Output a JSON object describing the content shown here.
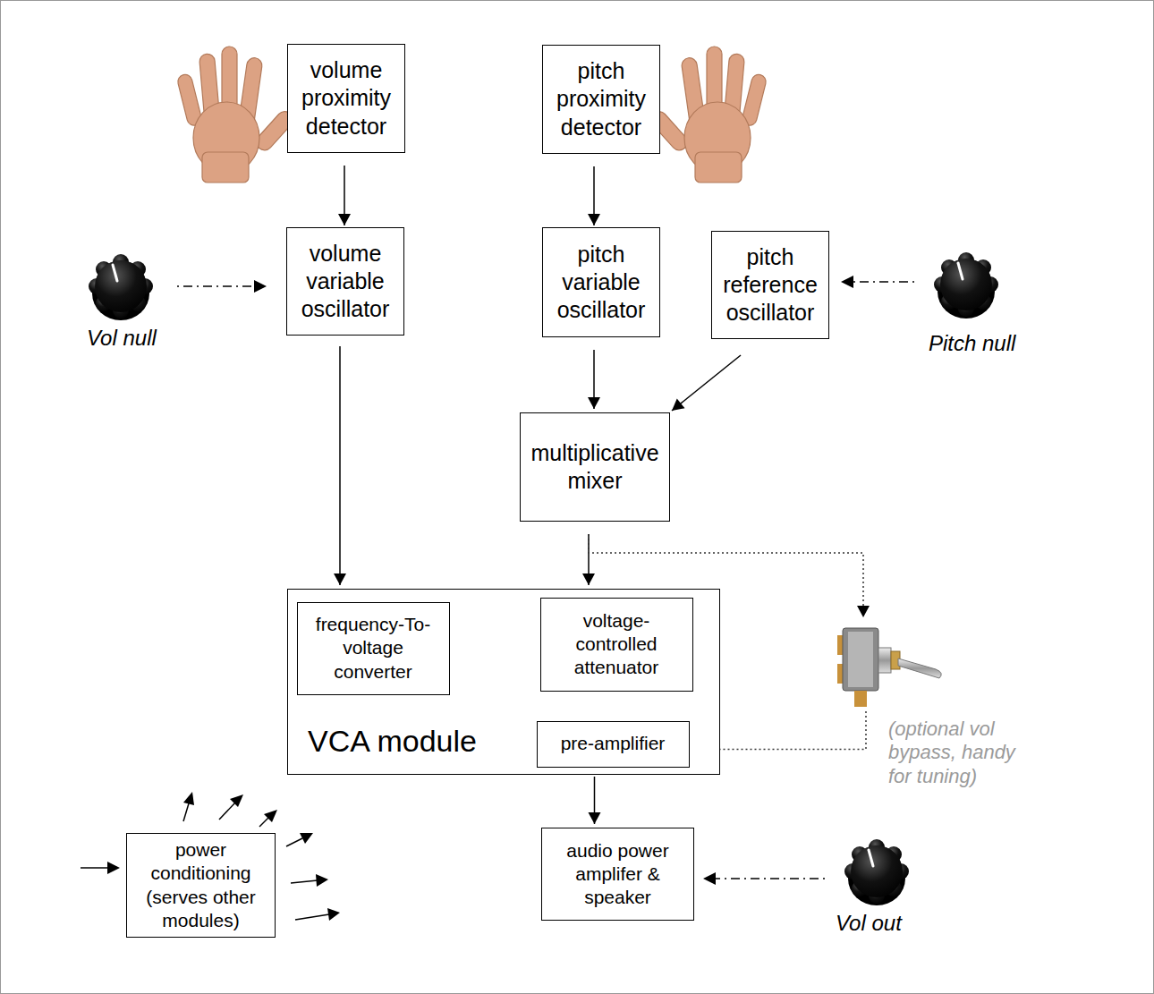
{
  "diagram": {
    "nodes": [
      {
        "text": [
          "volume proximity detector"
        ]
      },
      {
        "text": [
          "pitch proximity detector"
        ]
      },
      {
        "text": [
          "volume variable oscillator"
        ]
      },
      {
        "text": [
          "pitch variable oscillator"
        ]
      },
      {
        "text": [
          "pitch reference oscillator"
        ]
      },
      {
        "text": [
          "multiplicative mixer"
        ]
      },
      {
        "text": [
          "VCA module"
        ]
      },
      {
        "text": [
          "frequency-To-voltage converter"
        ],
        "in": 6
      },
      {
        "text": [
          "voltage-controlled attenuator"
        ],
        "in": 6
      },
      {
        "text": [
          "pre-amplifier"
        ],
        "in": 6
      },
      {
        "text": [
          "power conditioning (serves other modules)"
        ]
      },
      {
        "text": [
          "audio power amplifer & speaker"
        ]
      }
    ],
    "edges": [
      {
        "from": 0,
        "to": 2,
        "arrow": "to"
      },
      {
        "from": 1,
        "to": 3,
        "arrow": "to"
      },
      {
        "from": 3,
        "to": 5,
        "arrow": "to"
      },
      {
        "from": 4,
        "to": 5,
        "arrow": "to"
      },
      {
        "from": 2,
        "to": 6,
        "arrow": "to"
      },
      {
        "from": 5,
        "to": 6,
        "arrow": "to"
      },
      {
        "from": 7,
        "to": 8,
        "arrow": "to"
      },
      {
        "from": 8,
        "to": 9,
        "arrow": "to"
      },
      {
        "from": 6,
        "to": 11,
        "arrow": "to"
      },
      {
        "from": 5,
        "to": 9,
        "arrow": "to"
      }
    ],
    "labels": [
      "Vol null",
      "Pitch null",
      "(optional vol bypass, handy for tuning)",
      "Vol out"
    ]
  }
}
